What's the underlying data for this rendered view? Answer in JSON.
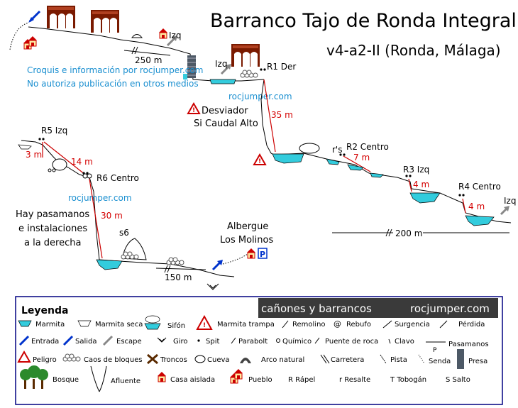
{
  "header": {
    "title": "Barranco Tajo de Ronda Integral",
    "subtitle": "v4-a2-II (Ronda, Málaga)"
  },
  "credits": {
    "line1": "Croquis e información por rocjumper.com",
    "line2": "No autoriza publicación en otros medios",
    "watermark": "rocjumper.com"
  },
  "labels": {
    "dist_250": "250 m",
    "dist_200": "200 m",
    "dist_150": "150 m",
    "izq_top": "Izq",
    "izq_r1": "Izq",
    "izq_end": "Izq",
    "r1": "R1 Der",
    "r1_len": "35 m",
    "desviador1": "Desviador",
    "desviador2": "Si Caudal Alto",
    "r2": "R2 Centro",
    "r2_len": "7 m",
    "rs": "r's",
    "r3": "R3 Izq",
    "r3_len": "4 m",
    "r4": "R4 Centro",
    "r4_len": "4 m",
    "r5": "R5 Izq",
    "r5_len_a": "3 m",
    "r5_len_b": "14 m",
    "r6": "R6 Centro",
    "r6_len": "30 m",
    "s6": "s6",
    "pasamanos1": "Hay pasamanos",
    "pasamanos2": "e instalaciones",
    "pasamanos3": "a la derecha",
    "albergue1": "Albergue",
    "albergue2": "Los Molinos",
    "parking": "P"
  },
  "legend": {
    "title": "Leyenda",
    "banner": "cañones y barrancos",
    "banner_site": "rocjumper.com",
    "items": {
      "marmita": "Marmita",
      "marmita_seca": "Marmita seca",
      "sifon": "Sifón",
      "marmita_trampa": "Marmita trampa",
      "remolino": "Remolino",
      "rebufo": "Rebufo",
      "surgencia": "Surgencia",
      "perdida": "Pérdida",
      "entrada": "Entrada",
      "salida": "Salida",
      "escape": "Escape",
      "giro": "Giro",
      "spit": "Spit",
      "parabolt": "Parabolt",
      "quimico": "Químico",
      "puente_roca": "Puente de roca",
      "clavo": "Clavo",
      "pasamanos": "Pasamanos",
      "pasamanos_p": "P",
      "peligro": "Peligro",
      "caos": "Caos de bloques",
      "troncos": "Troncos",
      "cueva": "Cueva",
      "arco": "Arco natural",
      "carretera": "Carretera",
      "pista": "Pista",
      "senda": "Senda",
      "presa": "Presa",
      "bosque": "Bosque",
      "afluente": "Afluente",
      "casa": "Casa aislada",
      "pueblo": "Pueblo",
      "rapel": "R Rápel",
      "resalte": "r Resalte",
      "tobogan": "T Tobogán",
      "salto": "S Salto"
    }
  },
  "colors": {
    "water": "#33ccdd",
    "rope": "#cc0000",
    "dist_text": "#d40000",
    "credit_text": "#1a8fd0",
    "bridge": "#7a1a00",
    "legend_border": "#000080",
    "banner_bg": "#3a3a3a"
  }
}
